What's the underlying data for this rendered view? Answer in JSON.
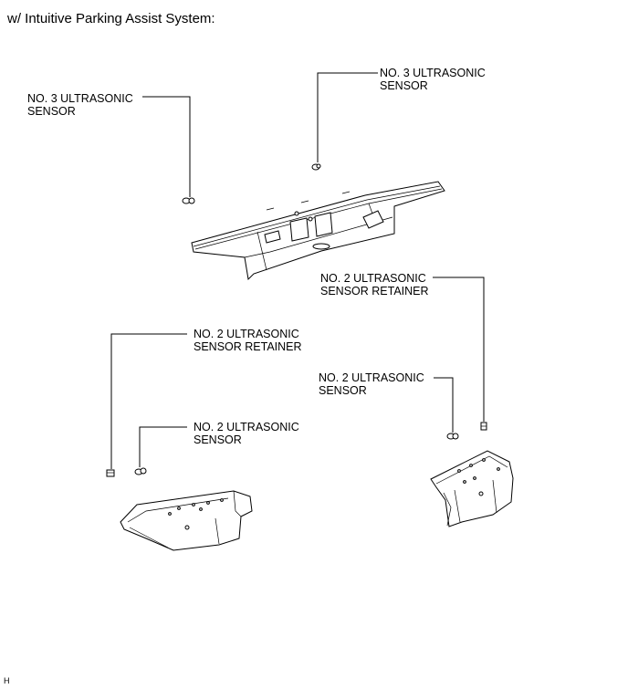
{
  "title": "w/ Intuitive Parking Assist System:",
  "labels": {
    "no3_left": [
      "NO. 3 ULTRASONIC",
      "SENSOR"
    ],
    "no3_right": [
      "NO. 3 ULTRASONIC",
      "SENSOR"
    ],
    "no2_retainer_right": [
      "NO. 2 ULTRASONIC",
      "SENSOR RETAINER"
    ],
    "no2_retainer_left": [
      "NO. 2 ULTRASONIC",
      "SENSOR RETAINER"
    ],
    "no2_sensor_right": [
      "NO. 2 ULTRASONIC",
      "SENSOR"
    ],
    "no2_sensor_left": [
      "NO. 2 ULTRASONIC",
      "SENSOR"
    ]
  },
  "figure_code": "H"
}
